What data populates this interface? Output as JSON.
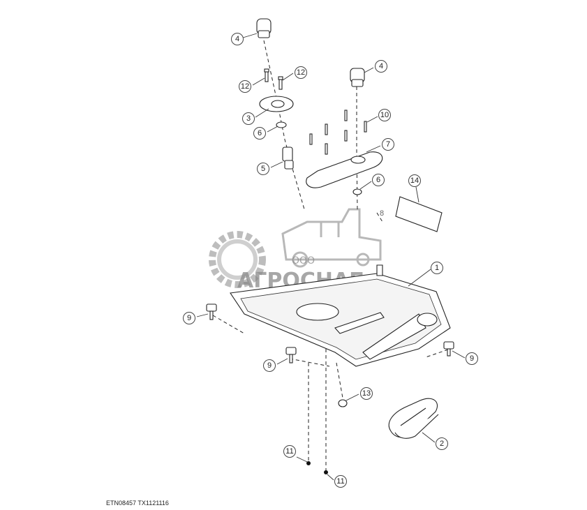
{
  "figure": {
    "callouts": [
      {
        "id": "c4a",
        "label": "4"
      },
      {
        "id": "c12a",
        "label": "12"
      },
      {
        "id": "c12b",
        "label": "12"
      },
      {
        "id": "c3",
        "label": "3"
      },
      {
        "id": "c6a",
        "label": "6"
      },
      {
        "id": "c5",
        "label": "5"
      },
      {
        "id": "c4b",
        "label": "4"
      },
      {
        "id": "c10",
        "label": "10"
      },
      {
        "id": "c7",
        "label": "7"
      },
      {
        "id": "c6b",
        "label": "6"
      },
      {
        "id": "c14",
        "label": "14"
      },
      {
        "id": "c8",
        "label": "8"
      },
      {
        "id": "c1",
        "label": "1"
      },
      {
        "id": "c9a",
        "label": "9"
      },
      {
        "id": "c9b",
        "label": "9"
      },
      {
        "id": "c9c",
        "label": "9"
      },
      {
        "id": "c13",
        "label": "13"
      },
      {
        "id": "c2",
        "label": "2"
      },
      {
        "id": "c11a",
        "label": "11"
      },
      {
        "id": "c11b",
        "label": "11"
      }
    ],
    "footer_code": "ETN08457  TX1121116"
  },
  "watermark": {
    "company_prefix": "ООО",
    "company_name": "АГРОСНАБ"
  }
}
